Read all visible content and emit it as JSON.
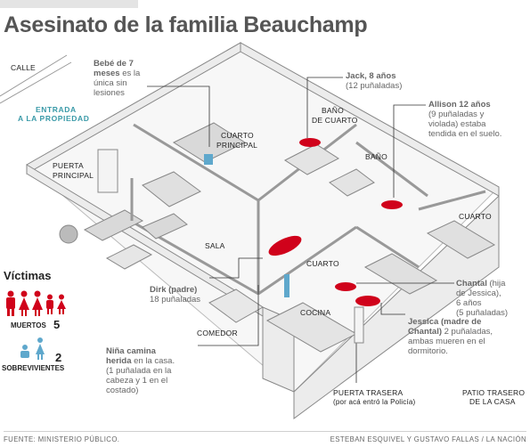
{
  "title": "Asesinato de la familia Beauchamp",
  "labels": {
    "calle": "CALLE",
    "entrada_1": "ENTRADA",
    "entrada_2": "A LA PROPIEDAD",
    "puerta_principal_1": "PUERTA",
    "puerta_principal_2": "PRINCIPAL",
    "sala": "SALA",
    "comedor": "COMEDOR",
    "cocina": "COCINA",
    "cuarto_principal_1": "CUARTO",
    "cuarto_principal_2": "PRINCIPAL",
    "bano_cuarto_1": "BAÑO",
    "bano_cuarto_2": "DE CUARTO",
    "bano": "BAÑO",
    "cuarto_mid": "CUARTO",
    "cuarto_right": "CUARTO",
    "puerta_trasera_1": "PUERTA TRASERA",
    "puerta_trasera_2": "(por acá entró la Policía)",
    "patio_1": "PATIO TRASERO",
    "patio_2": "DE LA CASA"
  },
  "annotations": {
    "bebe": [
      "Bebé de 7",
      "meses",
      " es la",
      "única sin",
      "lesiones"
    ],
    "jack": [
      "Jack, 8 años",
      "(12 puñaladas)"
    ],
    "allison": [
      "Allison 12 años",
      "(9 puñaladas y",
      "violada) estaba",
      "tendida en el suelo."
    ],
    "dirk": [
      "Dirk (padre)",
      "18 puñaladas"
    ],
    "chantal": [
      "Chantal",
      " (hija",
      "de Jessica),",
      "6 años",
      "(5 puñaladas)"
    ],
    "jessica": [
      "Jessica (madre de",
      "Chantal)",
      " 2 puñaladas,",
      "ambas mueren en el",
      "dormitorio."
    ],
    "nina": [
      "Niña camina",
      "herida",
      " en la casa.",
      "(1 puñalada en la",
      "cabeza y 1 en el",
      "costado)"
    ]
  },
  "victims": {
    "title": "Víctimas",
    "dead_label": "MUERTOS",
    "dead_count": "5",
    "survivors_label": "SOBREVIVIENTES",
    "survivors_count": "2"
  },
  "footer": {
    "source": "FUENTE: MINISTERIO PÚBLICO.",
    "credit": "ESTEBAN ESQUIVEL Y GUSTAVO FALLAS / LA NACIÓN"
  },
  "colors": {
    "victim_red": "#d0021b",
    "survivor_blue": "#5fa8cc",
    "wall_fill": "#ededed"
  }
}
